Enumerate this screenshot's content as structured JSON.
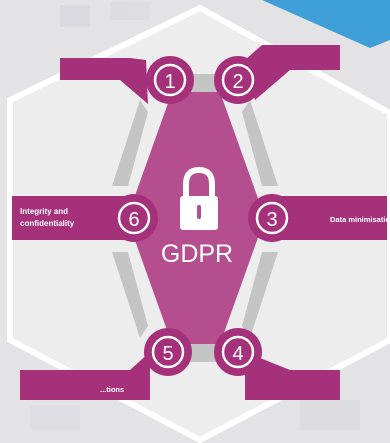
{
  "diagram": {
    "center_label": "GDPR",
    "principles": [
      {
        "number": "1",
        "label": ""
      },
      {
        "number": "2",
        "label": ""
      },
      {
        "number": "3",
        "label": "Data minimisation"
      },
      {
        "number": "4",
        "label": ""
      },
      {
        "number": "5",
        "label": "...tions"
      },
      {
        "number": "6",
        "label": "Integrity and confidentiality"
      }
    ],
    "label_6_lines": [
      "Integrity and",
      "confidentiality"
    ]
  },
  "colors": {
    "magenta": "#a6317b",
    "magenta_dark": "#8c2066",
    "hexagon_fill": "#b54e8e",
    "connector_gray": "#bdbdbd",
    "accent_blue": "#3f9fd8",
    "frame_white": "#ffffff"
  },
  "icons": {
    "center": "padlock-icon"
  }
}
